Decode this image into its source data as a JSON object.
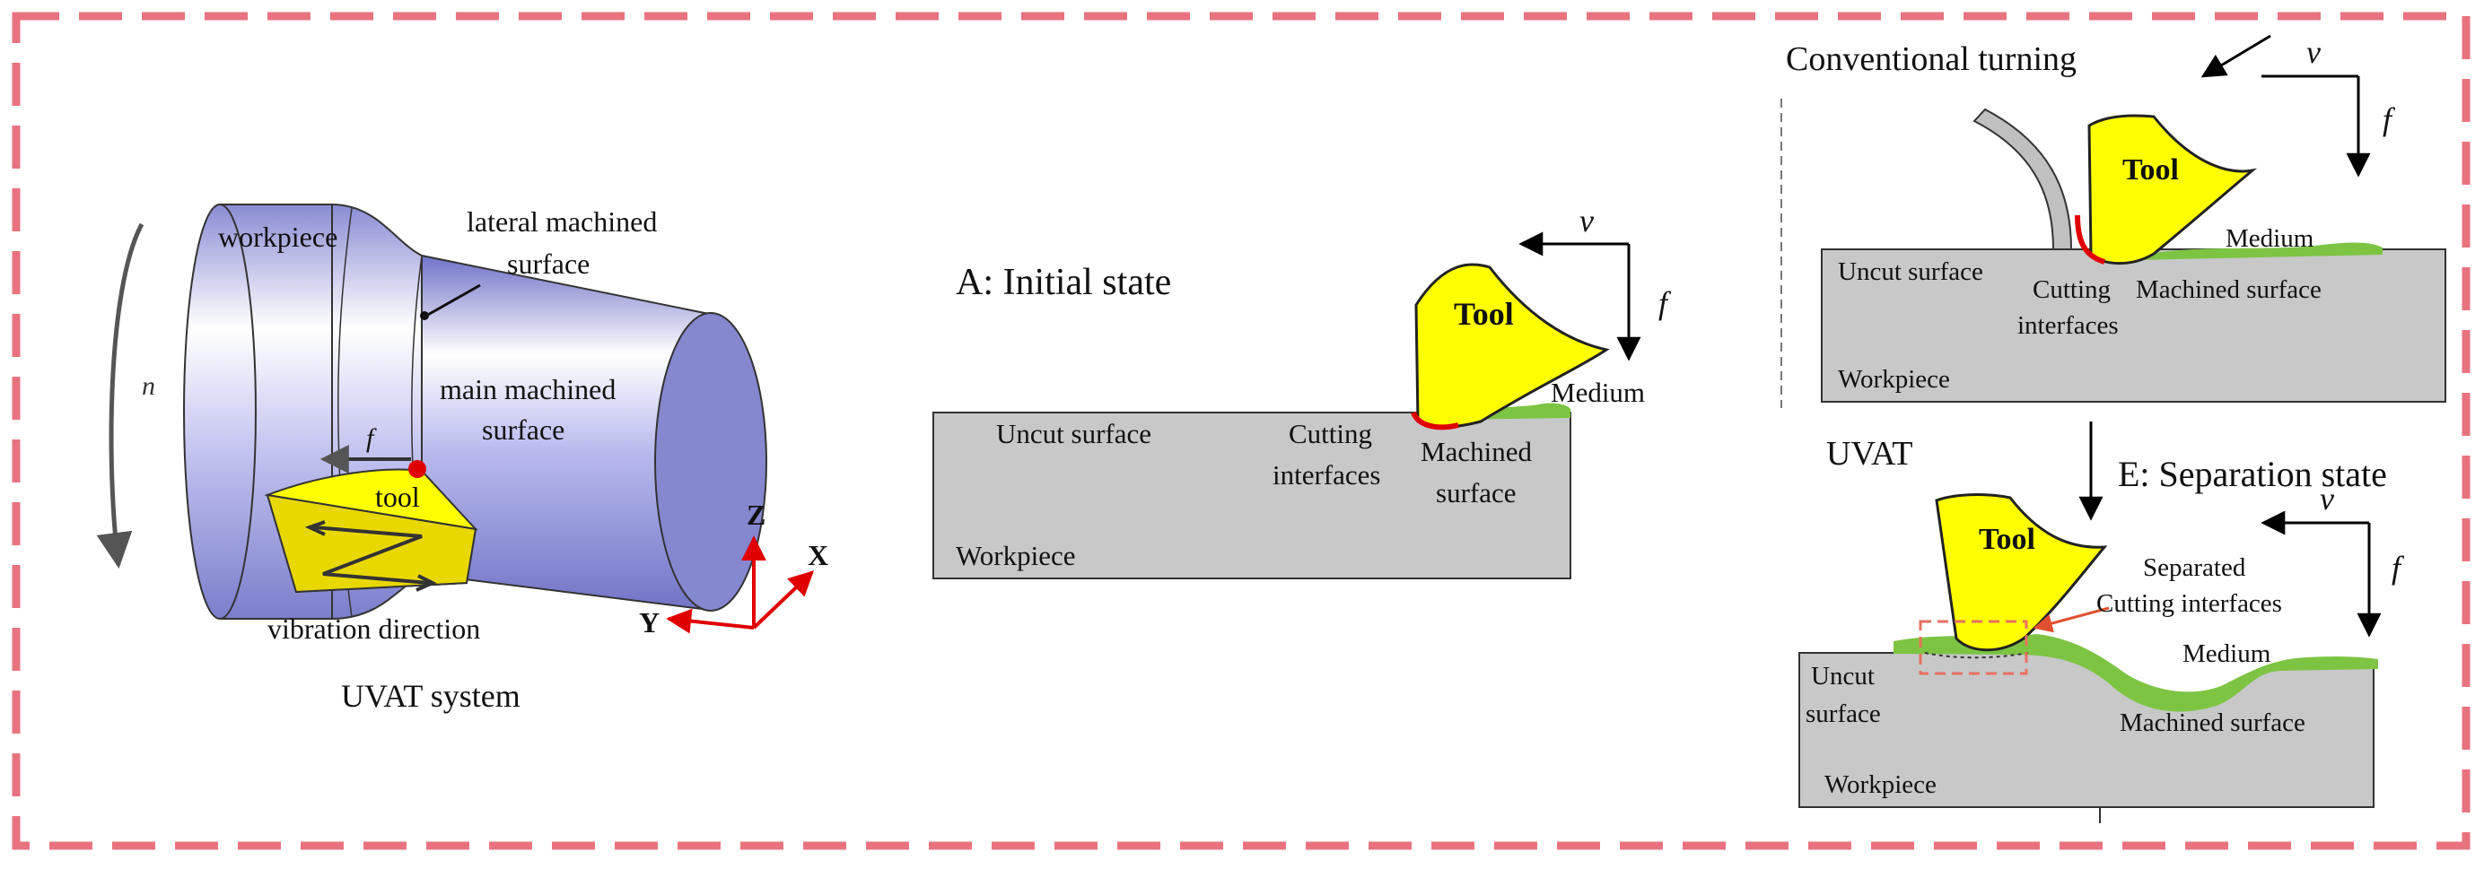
{
  "colors": {
    "frame": "#e8737f",
    "tool_fill": "#ffff00",
    "tool_side": "#d4c400",
    "medium": "#7dc443",
    "interface": "#e00000",
    "workpiece_block": "#c8c8c8",
    "cylinder": "#9c9ee0",
    "axis": "#e00000",
    "separation_box": "#e87060"
  },
  "panel_left": {
    "workpiece": "workpiece",
    "lateral_line1": "lateral machined",
    "lateral_line2": "surface",
    "main_line1": "main machined",
    "main_line2": "surface",
    "rotation": "n",
    "feed": "f",
    "tool": "tool",
    "vibration": "vibration direction",
    "axis_z": "Z",
    "axis_x": "X",
    "axis_y": "Y",
    "caption": "UVAT system"
  },
  "panel_initial": {
    "title": "A: Initial state",
    "tool": "Tool",
    "velocity": "v",
    "feed": "f",
    "medium": "Medium",
    "uncut": "Uncut surface",
    "cutting_line1": "Cutting",
    "cutting_line2": "interfaces",
    "machined_line1": "Machined",
    "machined_line2": "surface",
    "workpiece": "Workpiece"
  },
  "panel_conventional": {
    "title": "Conventional turning",
    "velocity": "v",
    "feed": "f",
    "tool": "Tool",
    "medium": "Medium",
    "uncut": "Uncut surface",
    "cutting_line1": "Cutting",
    "cutting_line2": "interfaces",
    "machined": "Machined surface",
    "workpiece": "Workpiece"
  },
  "panel_separation": {
    "uvat": "UVAT",
    "title": "E: Separation state",
    "velocity": "v",
    "feed": "f",
    "tool": "Tool",
    "separated_line1": "Separated",
    "separated_line2": "Cutting interfaces",
    "medium": "Medium",
    "uncut_line1": "Uncut",
    "uncut_line2": "surface",
    "machined": "Machined surface",
    "workpiece": "Workpiece"
  }
}
